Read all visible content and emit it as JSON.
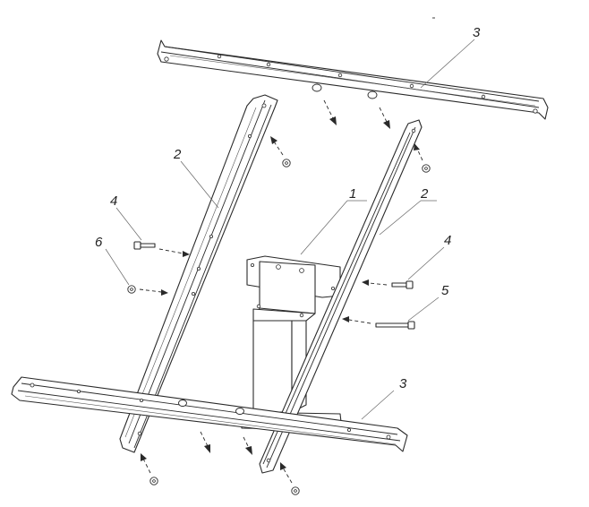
{
  "callouts": {
    "post": "1",
    "rail_left": "2",
    "rail_right": "2",
    "crossbar_top": "3",
    "crossbar_bottom": "3",
    "bolt_left": "4",
    "bolt_right": "4",
    "long_bolt": "5",
    "nut_left": "6"
  },
  "colors": {
    "line": "#2a2a2a",
    "background": "#ffffff"
  }
}
